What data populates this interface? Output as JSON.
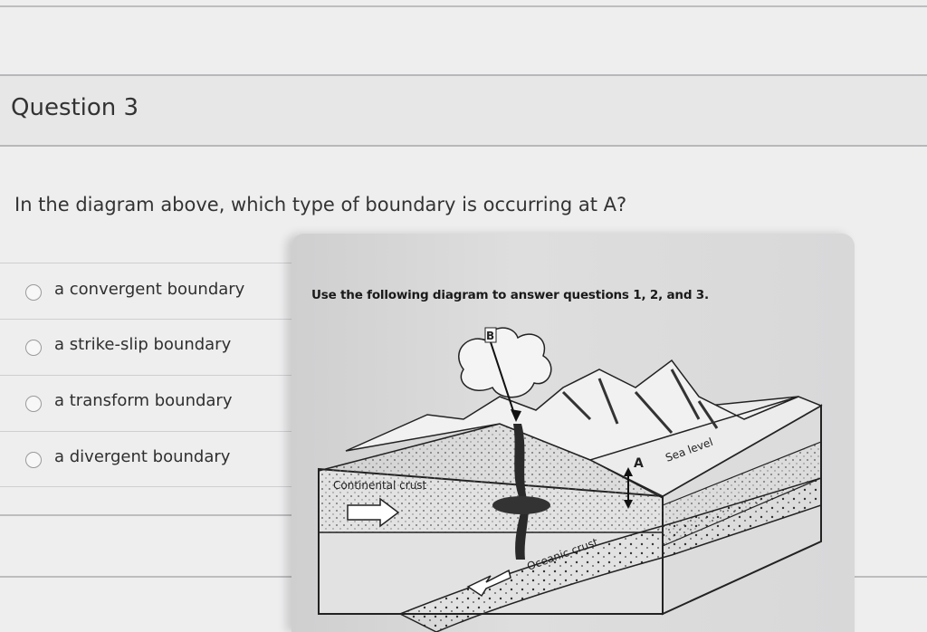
{
  "question": {
    "title": "Question 3",
    "prompt": "In the diagram above, which type of boundary is occurring at A?",
    "options": [
      {
        "label": "a convergent boundary"
      },
      {
        "label": "a strike-slip boundary"
      },
      {
        "label": "a transform boundary"
      },
      {
        "label": "a divergent boundary"
      }
    ]
  },
  "diagram": {
    "caption": "Use the following diagram to answer questions 1, 2, and 3.",
    "labels": {
      "point_b": "B",
      "point_a": "A",
      "sea_level": "Sea level",
      "continental_crust": "Continental crust",
      "oceanic_crust": "Oceanic crust"
    }
  }
}
